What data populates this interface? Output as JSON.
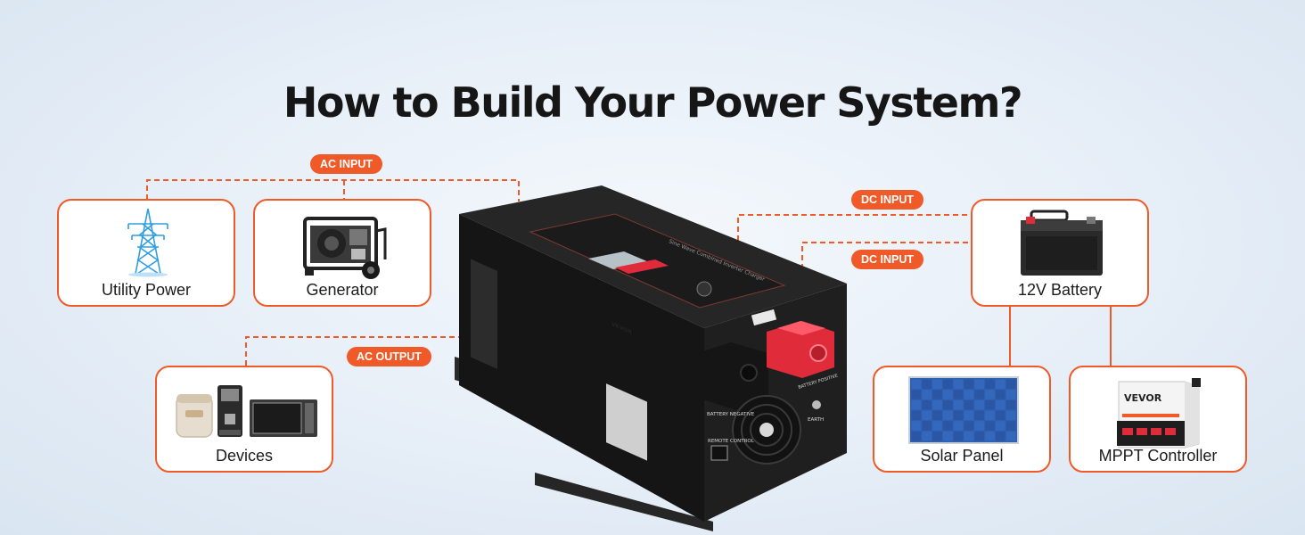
{
  "title": "How to Build Your Power System?",
  "colors": {
    "accent": "#f05a28",
    "text": "#161616",
    "background": "#e6eef7",
    "inverter_body": "#1c1c1c",
    "terminal_red": "#e02b3b"
  },
  "connection_labels": {
    "ac_input": "AC INPUT",
    "dc_input_top": "DC INPUT",
    "dc_input_bottom": "DC INPUT",
    "ac_output": "AC OUTPUT"
  },
  "components": {
    "utility_power": {
      "label": "Utility Power",
      "icon": "power-tower-icon"
    },
    "generator": {
      "label": "Generator",
      "icon": "generator-icon"
    },
    "devices": {
      "label": "Devices",
      "icon": "appliances-icon"
    },
    "battery": {
      "label": "12V Battery",
      "icon": "battery-icon"
    },
    "solar_panel": {
      "label": "Solar Panel",
      "icon": "solar-panel-icon"
    },
    "mppt_controller": {
      "label": "MPPT Controller",
      "icon": "mppt-controller-icon",
      "brand_text": "VEVOR"
    }
  },
  "inverter": {
    "brand_text": "VEVOR",
    "panel_text": "Sine Wave Combined Inverter Charger",
    "labels": {
      "battery_negative": "BATTERY NEGATIVE",
      "battery_positive": "BATTERY POSITIVE",
      "remote_control": "REMOTE CONTROL",
      "earth": "EARTH"
    }
  }
}
